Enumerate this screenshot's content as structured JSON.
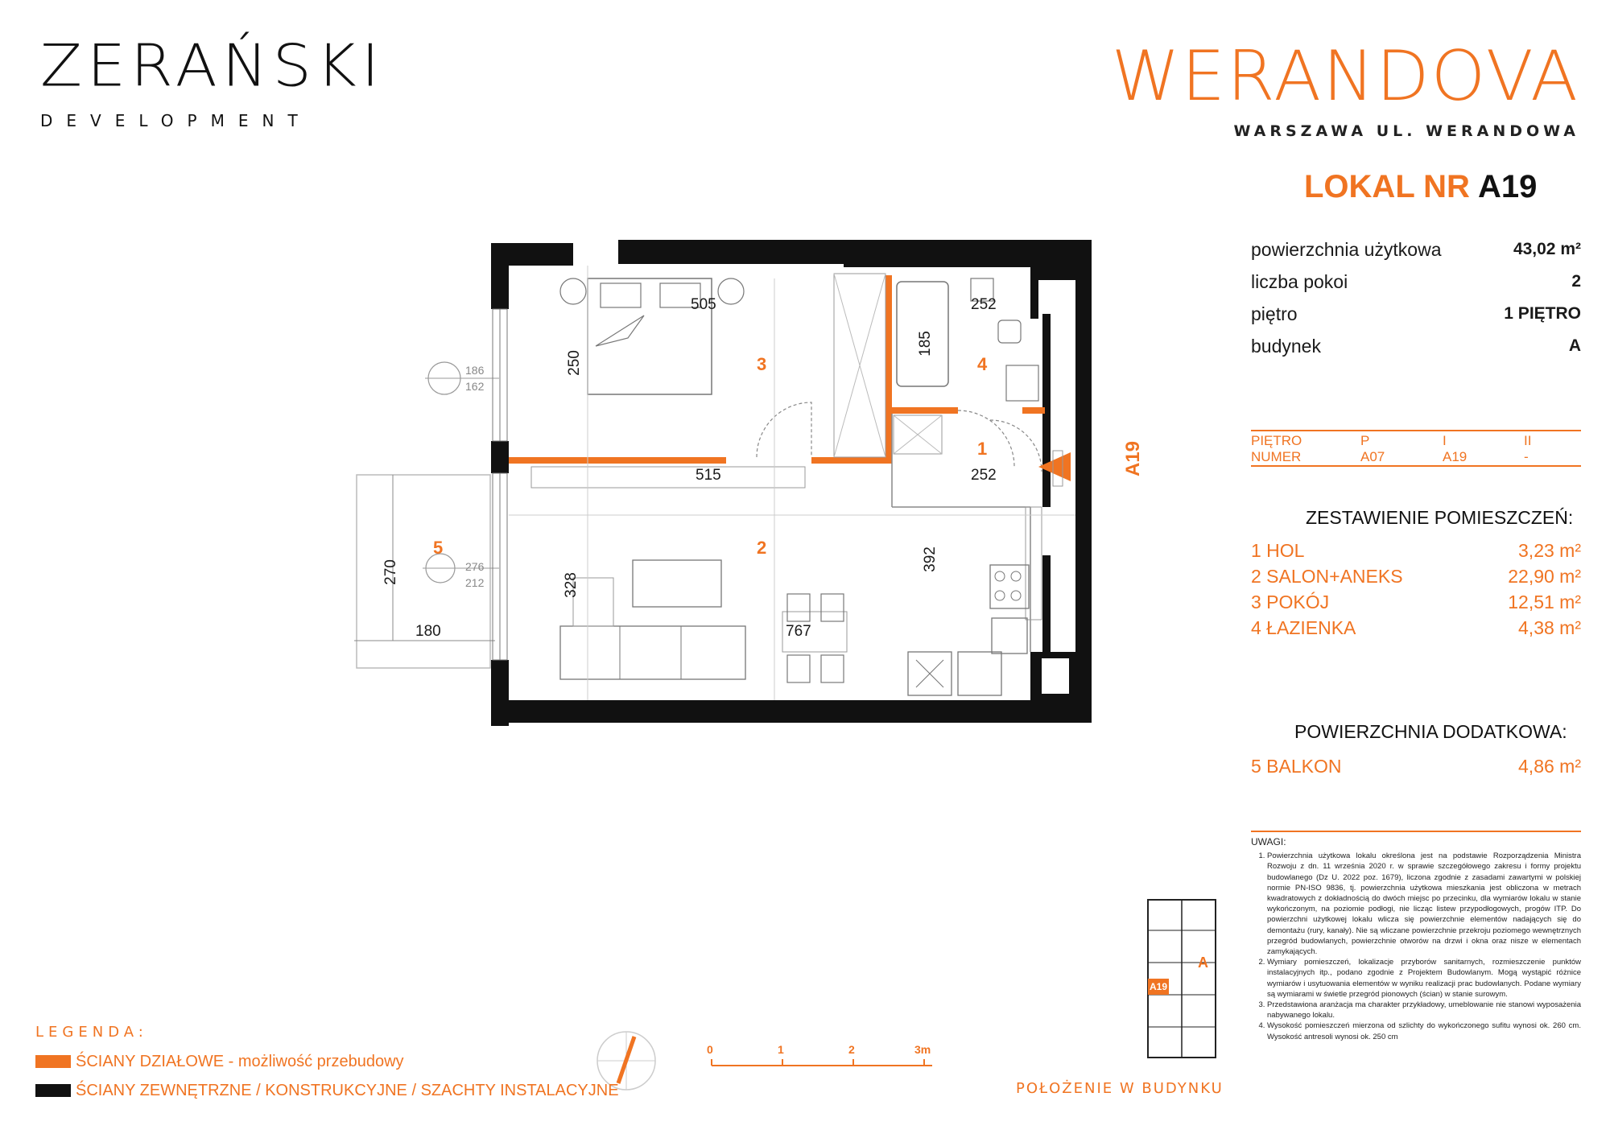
{
  "developer": {
    "name": "ZERAŃSKI",
    "tagline": "DEVELOPMENT"
  },
  "project": {
    "name": "WERANDOVA",
    "location": "WARSZAWA UL. WERANDOWA"
  },
  "unit": {
    "label": "LOKAL NR",
    "number": "A19"
  },
  "info": [
    {
      "label": "powierzchnia użytkowa",
      "value": "43,02 m²"
    },
    {
      "label": "liczba pokoi",
      "value": "2"
    },
    {
      "label": "piętro",
      "value": "1 PIĘTRO"
    },
    {
      "label": "budynek",
      "value": "A"
    }
  ],
  "floor_table": {
    "row1": [
      "PIĘTRO",
      "P",
      "I",
      "II"
    ],
    "row2": [
      "NUMER",
      "A07",
      "A19",
      "-"
    ]
  },
  "rooms_title": "ZESTAWIENIE POMIESZCZEŃ:",
  "rooms": [
    {
      "name": "1  HOL",
      "area": "3,23 m²"
    },
    {
      "name": "2  SALON+ANEKS",
      "area": "22,90 m²"
    },
    {
      "name": "3  POKÓJ",
      "area": "12,51 m²"
    },
    {
      "name": "4  ŁAZIENKA",
      "area": "4,38 m²"
    }
  ],
  "extra_title": "POWIERZCHNIA DODATKOWA:",
  "extra": [
    {
      "name": "5  BALKON",
      "area": "4,86 m²"
    }
  ],
  "notes": {
    "title": "UWAGI:",
    "items": [
      "Powierzchnia użytkowa lokalu określona jest na podstawie Rozporządzenia Ministra Rozwoju z dn. 11 września 2020 r. w sprawie szczegółowego zakresu i formy projektu budowlanego (Dz U. 2022 poz. 1679), liczona zgodnie z zasadami zawartymi w polskiej normie PN-ISO 9836, tj. powierzchnia użytkowa mieszkania jest obliczona w metrach kwadratowych z dokładnością do dwóch miejsc po przecinku, dla wymiarów lokalu w stanie wykończonym, na poziomie podłogi, nie licząc listew przypodłogowych, progów ITP. Do powierzchni użytkowej lokalu wlicza się powierzchnie elementów nadających się do demontażu (rury, kanały). Nie są wliczane powierzchnie przekroju poziomego wewnętrznych przegród budowlanych, powierzchnie otworów na drzwi i okna oraz nisze w elementach zamykających.",
      "Wymiary pomieszczeń, lokalizacje przyborów sanitarnych, rozmieszczenie punktów instalacyjnych itp., podano zgodnie z Projektem Budowlanym. Mogą wystąpić różnice wymiarów i usytuowania elementów w wyniku realizacji prac budowlanych. Podane wymiary są wymiarami w świetle przegród pionowych (ścian) w stanie surowym.",
      "Przedstawiona aranżacja ma charakter przykładowy, umeblowanie nie stanowi wyposażenia nabywanego lokalu.",
      "Wysokość pomieszczeń mierzona od szlichty do wykończonego sufitu wynosi ok. 260 cm. Wysokość antresoli wynosi ok. 250 cm"
    ]
  },
  "legend": {
    "title": "LEGENDA:",
    "items": [
      {
        "label": "ŚCIANY DZIAŁOWE - możliwość przebudowy",
        "color": "#f07422"
      },
      {
        "label": "ŚCIANY ZEWNĘTRZNE / KONSTRUKCYJNE / SZACHTY INSTALACYJNE",
        "color": "#111111"
      }
    ]
  },
  "scale": {
    "ticks": [
      "0",
      "1",
      "2",
      "3m"
    ]
  },
  "location_label": "POŁOŻENIE W BUDYNKU",
  "key_plan": {
    "unit": "A19",
    "building": "A"
  },
  "plan": {
    "room_numbers": [
      "1",
      "2",
      "3",
      "4",
      "5"
    ],
    "dims": {
      "bed_w": "505",
      "bed_h": "250",
      "bath_h": "185",
      "bath_w": "252",
      "hall_w": "252",
      "living_w": "515",
      "living_h": "392",
      "sofa_h": "328",
      "kitchen_w": "767",
      "balcony_h": "270",
      "balcony_w": "180",
      "win1_a": "186",
      "win1_b": "162",
      "win2_a": "276",
      "win2_b": "212"
    },
    "entry_label": "A19"
  },
  "colors": {
    "accent": "#f07422",
    "wall": "#111111"
  }
}
